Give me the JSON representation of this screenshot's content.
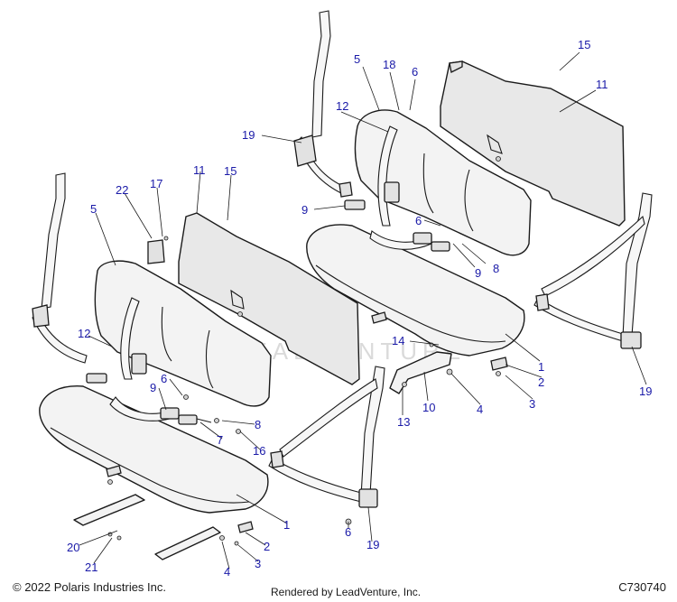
{
  "footer": {
    "copyright": "© 2022 Polaris Industries Inc.",
    "rendered_by": "Rendered by LeadVenture, Inc.",
    "figure_id": "C730740"
  },
  "watermark": {
    "text": "LEADVENTURE"
  },
  "callouts": [
    "15",
    "5",
    "18",
    "6",
    "11",
    "12",
    "19",
    "9",
    "6",
    "9",
    "8",
    "1",
    "14",
    "2",
    "3",
    "4",
    "10",
    "13",
    "19",
    "22",
    "17",
    "11",
    "15",
    "5",
    "12",
    "6",
    "9",
    "8",
    "7",
    "16",
    "1",
    "6",
    "19",
    "20",
    "2",
    "21",
    "4",
    "3"
  ],
  "colors": {
    "callout": "#1a1aa8",
    "line": "#1a1a1a",
    "watermark": "#d6d6d6"
  }
}
